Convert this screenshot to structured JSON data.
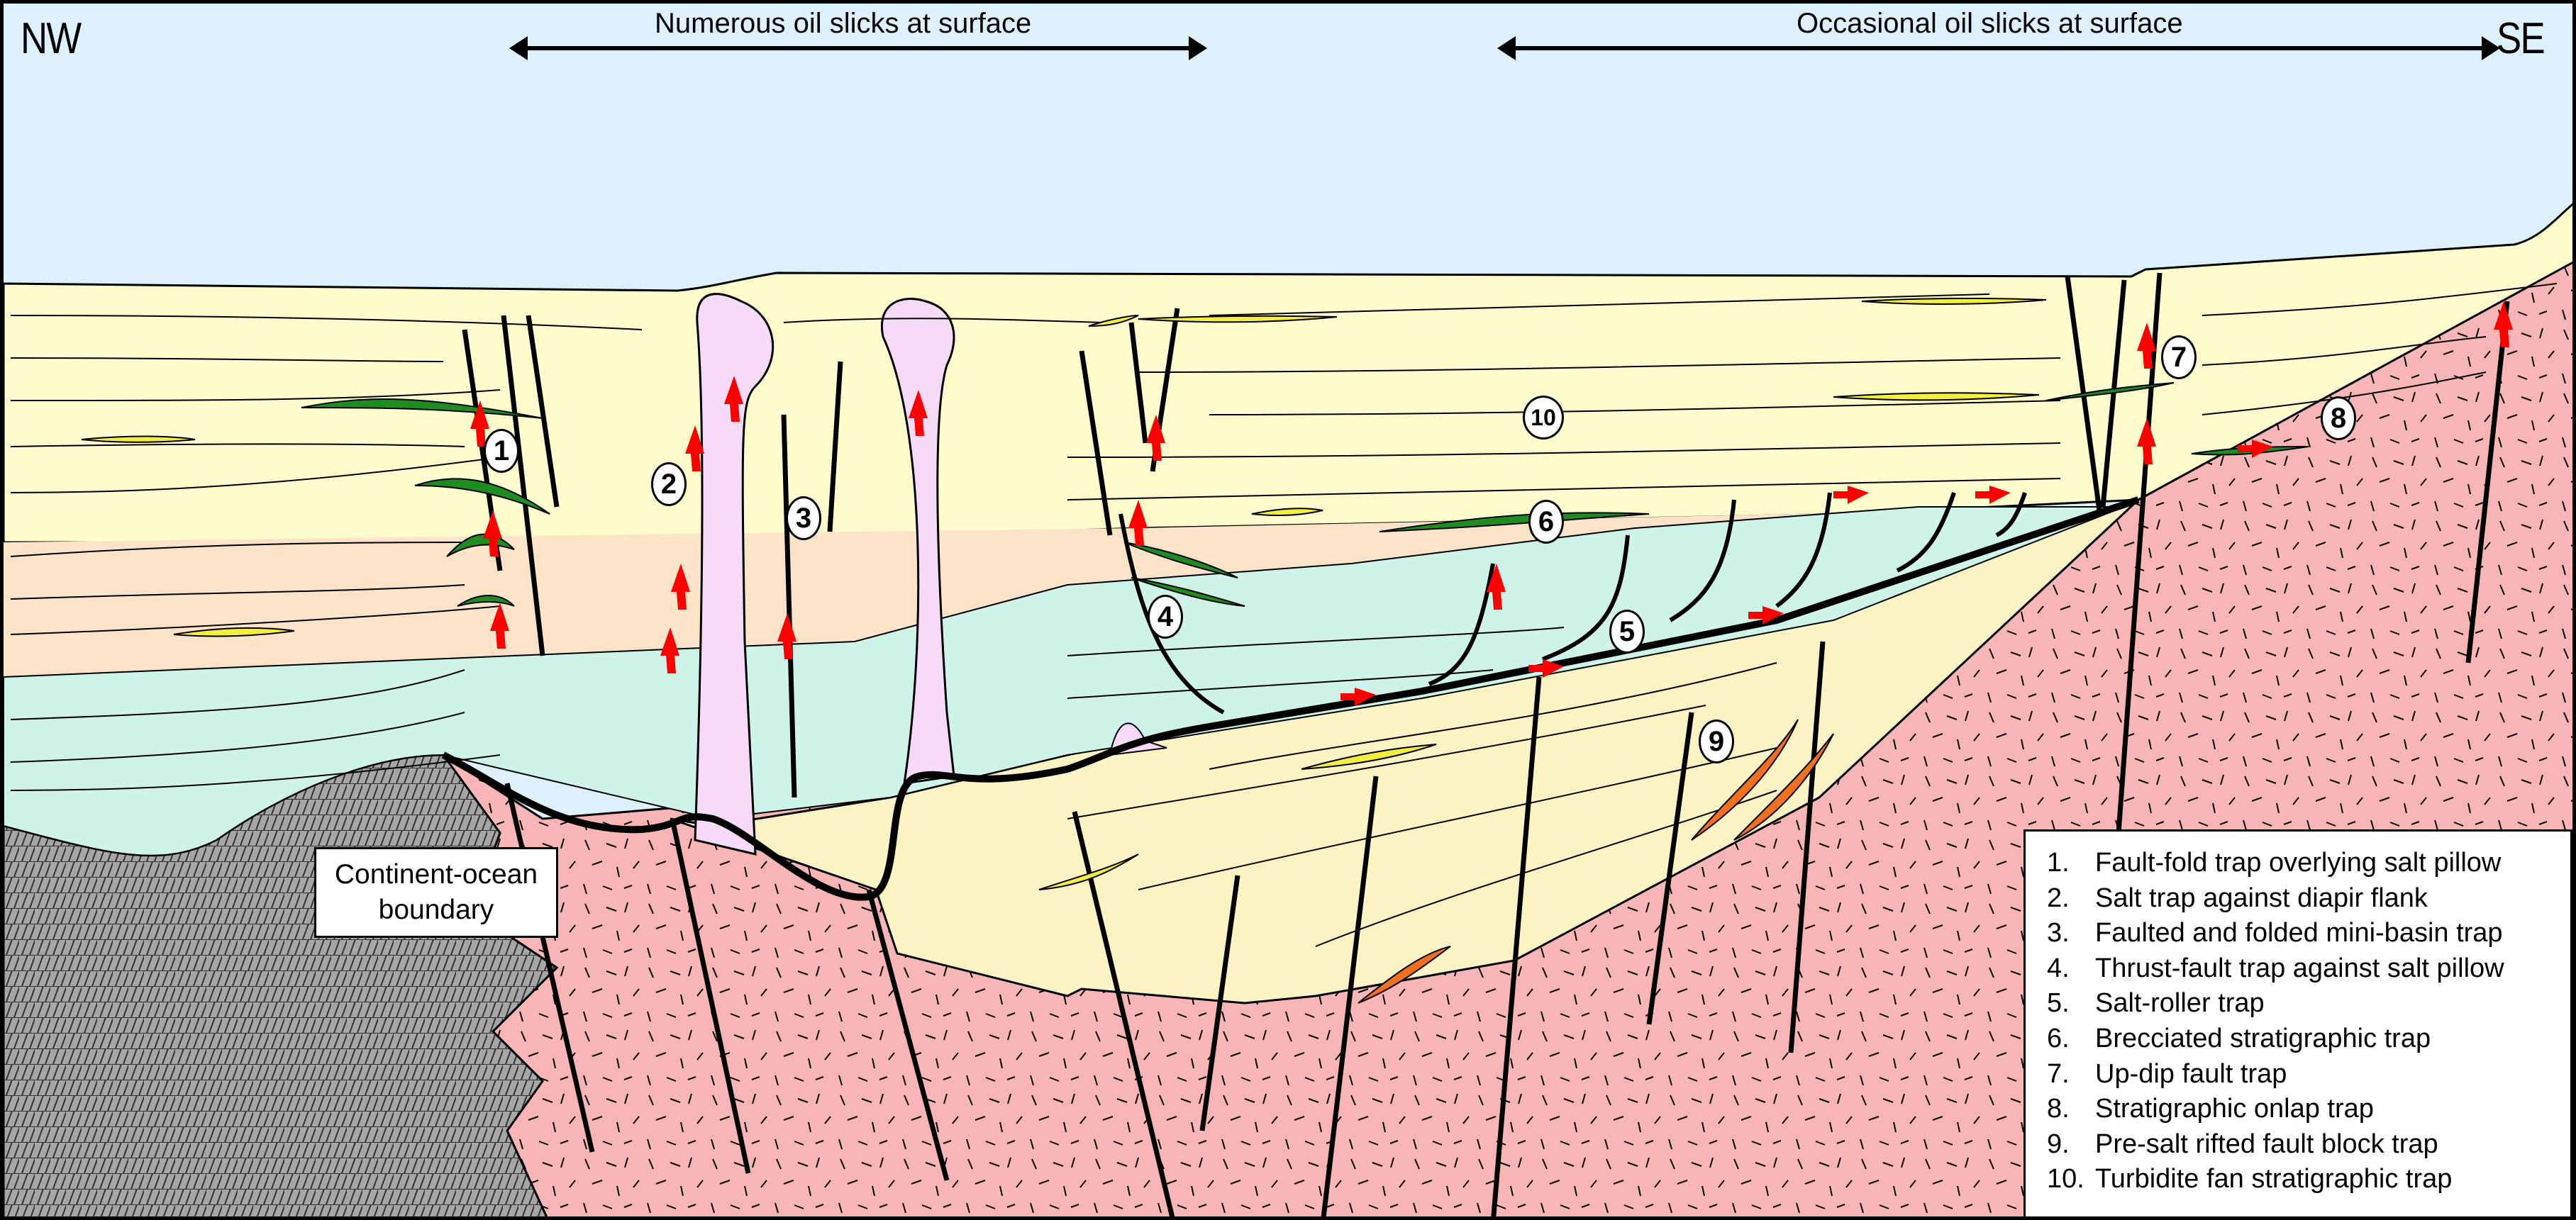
{
  "diagram": {
    "type": "geological-cross-section",
    "orientation": {
      "left": "NW",
      "right": "SE"
    },
    "surface_annotations": [
      {
        "label": "Numerous oil slicks at surface",
        "span": "salt diapir mini-basin region"
      },
      {
        "label": "Occasional oil slicks at surface",
        "span": "roller and rift region"
      }
    ],
    "callout": {
      "line1": "Continent-ocean",
      "line2": "boundary"
    },
    "markers": [
      "1",
      "2",
      "3",
      "4",
      "5",
      "6",
      "7",
      "8",
      "9",
      "10"
    ],
    "legend": [
      {
        "num": "1.",
        "text": "Fault-fold trap overlying salt pillow"
      },
      {
        "num": "2.",
        "text": "Salt trap against diapir flank"
      },
      {
        "num": "3.",
        "text": "Faulted and folded mini-basin trap"
      },
      {
        "num": "4.",
        "text": "Thrust-fault trap against salt pillow"
      },
      {
        "num": "5.",
        "text": "Salt-roller trap"
      },
      {
        "num": "6.",
        "text": "Brecciated stratigraphic trap"
      },
      {
        "num": "7.",
        "text": "Up-dip fault trap"
      },
      {
        "num": "8.",
        "text": "Stratigraphic onlap trap"
      },
      {
        "num": "9.",
        "text": "Pre-salt rifted fault block trap"
      },
      {
        "num": "10.",
        "text": "Turbidite fan stratigraphic trap"
      }
    ],
    "colors": {
      "sea": "#dcf0fd",
      "young_sediment": "#fefccc",
      "mid_sediment": "#fde4c8",
      "older_sediment": "#cef3e8",
      "salt": "#f6daf8",
      "presalt": "#fcf3c4",
      "basement": "#f7b5b5",
      "oceanic_crust": "#a6a6a6",
      "oil_reservoir": "#1e8c1e",
      "sand_lens": "#f5ee3c",
      "presalt_reservoir": "#f07020",
      "migration_arrow": "#ff0000"
    }
  }
}
